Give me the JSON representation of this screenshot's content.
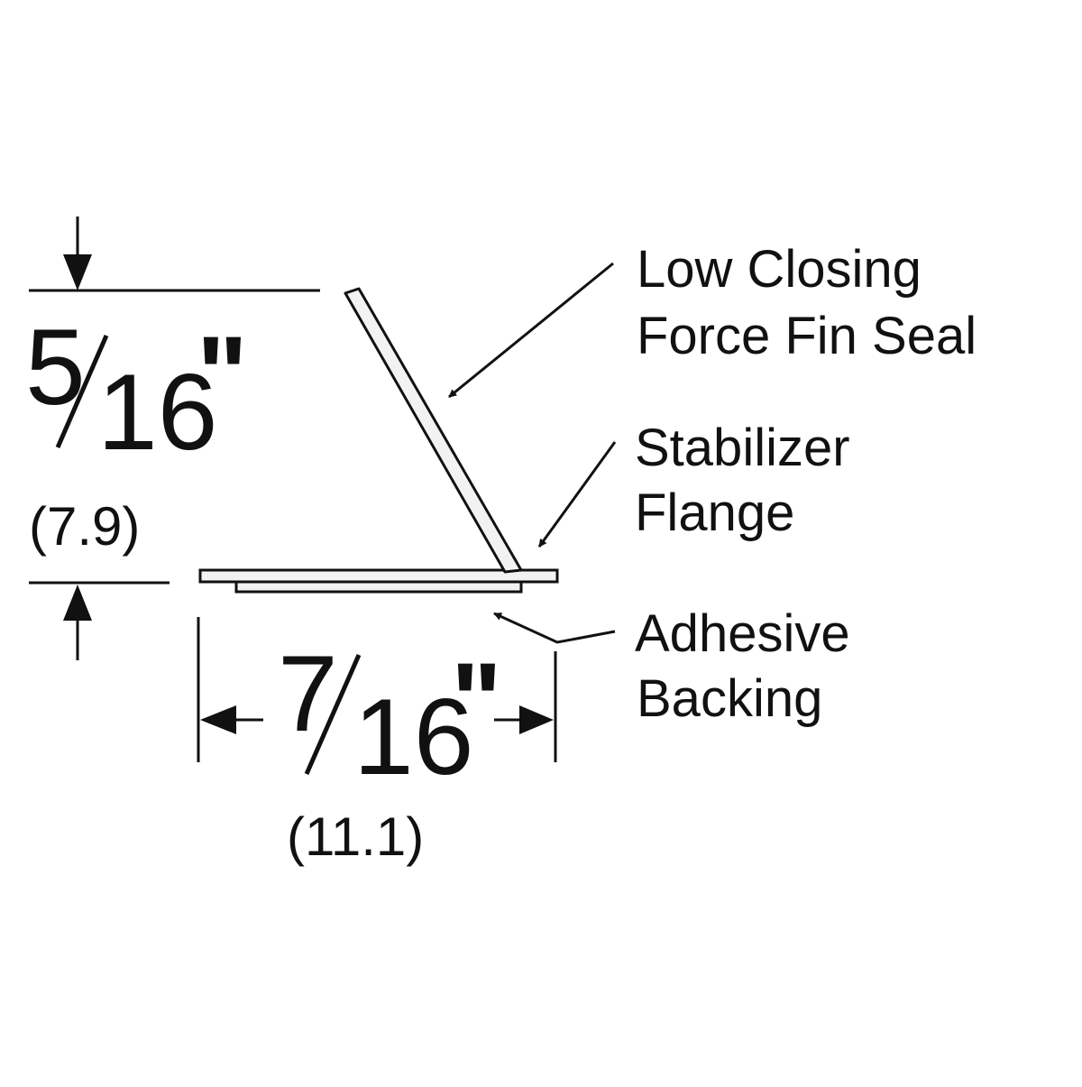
{
  "colors": {
    "line": "#111111",
    "part_fill": "#f2f2f2",
    "background": "#ffffff"
  },
  "height_dimension": {
    "numerator": "5",
    "denominator": "16",
    "unit_mark": "\"",
    "metric": "(7.9)"
  },
  "width_dimension": {
    "numerator": "7",
    "denominator": "16",
    "unit_mark": "\"",
    "metric": "(11.1)"
  },
  "callouts": {
    "fin_seal": {
      "line1": "Low Closing",
      "line2": "Force Fin Seal"
    },
    "stabilizer": {
      "line1": "Stabilizer",
      "line2": "Flange"
    },
    "adhesive": {
      "line1": "Adhesive",
      "line2": "Backing"
    }
  }
}
